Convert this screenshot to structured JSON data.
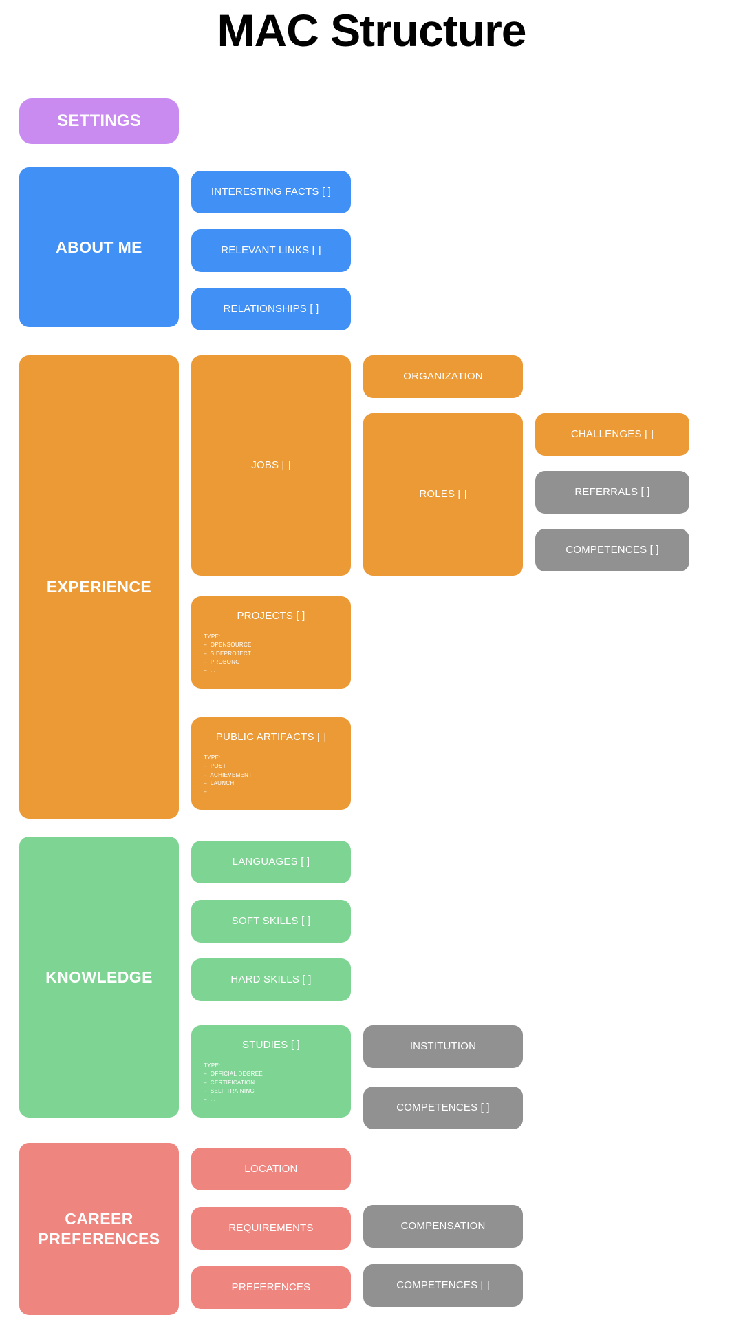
{
  "page": {
    "title": "MAC Structure"
  },
  "colors": {
    "purple": "#c98bf0",
    "blue": "#4190f5",
    "orange": "#eb9a36",
    "green": "#7ed492",
    "red": "#ef857f",
    "gray": "#919191",
    "background": "#ffffff",
    "text_on_block": "#ffffff",
    "title_text": "#000000"
  },
  "sections": {
    "settings": {
      "label": "SETTINGS"
    },
    "about_me": {
      "label": "ABOUT ME",
      "children": [
        {
          "label": "INTERESTING FACTS [ ]"
        },
        {
          "label": "RELEVANT LINKS [ ]"
        },
        {
          "label": "RELATIONSHIPS [ ]"
        }
      ]
    },
    "experience": {
      "label": "EXPERIENCE",
      "children": [
        {
          "label": "JOBS [ ]"
        },
        {
          "label": "PROJECTS [ ]"
        },
        {
          "label": "PUBLIC ARTIFACTS [ ]"
        }
      ],
      "jobs_children": [
        {
          "label": "ORGANIZATION"
        },
        {
          "label": "ROLES [ ]"
        }
      ],
      "roles_children": [
        {
          "label": "CHALLENGES [ ]"
        },
        {
          "label": "REFERRALS [ ]"
        },
        {
          "label": "COMPETENCES [ ]"
        }
      ],
      "projects_type": {
        "label": "TYPE:",
        "items": [
          "–  OPENSOURCE",
          "–  SIDEPROJECT",
          "–  PROBONO",
          "–  ..."
        ]
      },
      "public_artifacts_type": {
        "label": "TYPE:",
        "items": [
          "–  POST",
          "–  ACHIEVEMENT",
          "–  LAUNCH",
          "–  ..."
        ]
      }
    },
    "knowledge": {
      "label": "KNOWLEDGE",
      "children": [
        {
          "label": "LANGUAGES [ ]"
        },
        {
          "label": "SOFT SKILLS [ ]"
        },
        {
          "label": "HARD SKILLS [ ]"
        },
        {
          "label": "STUDIES [ ]"
        }
      ],
      "studies_type": {
        "label": "TYPE:",
        "items": [
          "–  OFFICIAL DEGREE",
          "–  CERTIFICATION",
          "–  SELF TRAINING",
          "–  ..."
        ]
      },
      "studies_children": [
        {
          "label": "INSTITUTION"
        },
        {
          "label": "COMPETENCES [ ]"
        }
      ]
    },
    "career_preferences": {
      "label": "CAREER\nPREFERENCES",
      "label_line1": "CAREER",
      "label_line2": "PREFERENCES",
      "children": [
        {
          "label": "LOCATION"
        },
        {
          "label": "REQUIREMENTS"
        },
        {
          "label": "PREFERENCES"
        }
      ],
      "requirements_children": [
        {
          "label": "COMPENSATION"
        }
      ],
      "preferences_children": [
        {
          "label": "COMPETENCES [ ]"
        }
      ]
    }
  }
}
